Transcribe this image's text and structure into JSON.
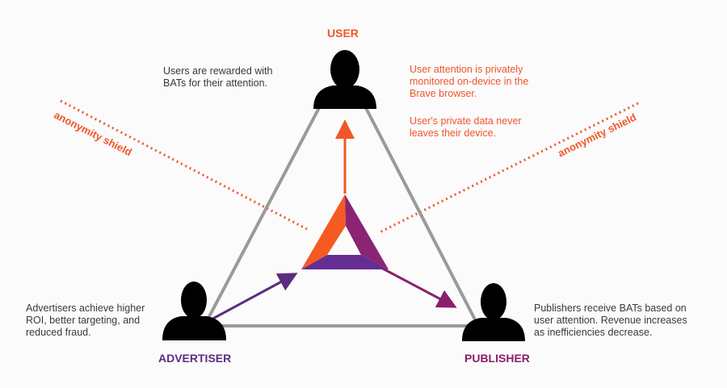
{
  "roles": {
    "user": "USER",
    "advertiser": "ADVERTISER",
    "publisher": "PUBLISHER"
  },
  "descriptions": {
    "user_reward": [
      "Users are rewarded with",
      "BATs for their attention."
    ],
    "user_privacy_1": [
      "User attention is privately",
      "monitored on-device in the",
      "Brave browser."
    ],
    "user_privacy_2": [
      "User's private data never",
      "leaves their device."
    ],
    "advertiser": [
      "Advertisers achieve higher",
      "ROI, better targeting, and",
      "reduced fraud."
    ],
    "publisher": [
      "Publishers receive BATs based on",
      "user attention. Revenue increases",
      "as inefficiencies decrease."
    ]
  },
  "shield_labels": {
    "left": "anonymity shield",
    "right": "anonymity shield"
  },
  "colors": {
    "orange": "#f0562a",
    "purple": "#5b2d80",
    "magenta": "#8a1f6e",
    "gray_line": "#9a9a9a"
  }
}
